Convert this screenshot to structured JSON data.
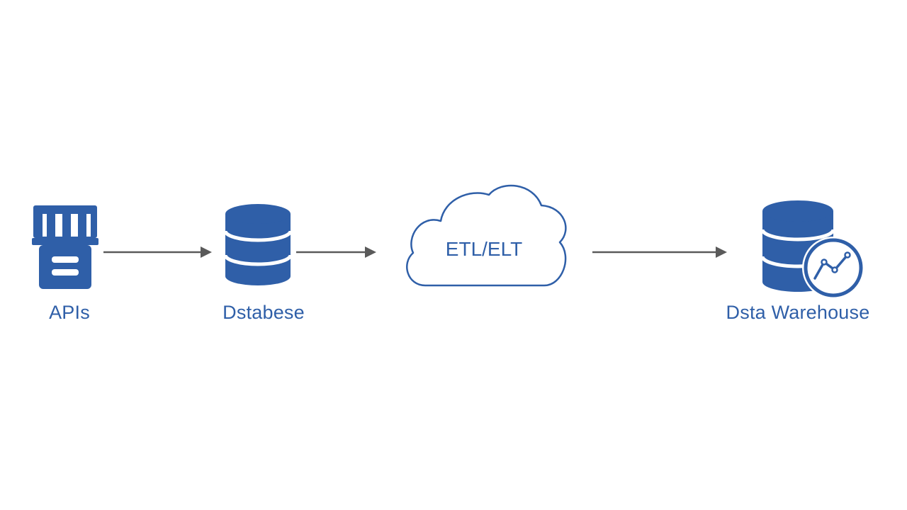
{
  "nodes": {
    "apis": {
      "label": "APIs",
      "icon": "api-plug-icon"
    },
    "database": {
      "label": "Dstabese",
      "icon": "database-icon"
    },
    "etl": {
      "label": "ETL/ELT",
      "icon": "cloud-icon"
    },
    "warehouse": {
      "label": "Dsta Warehouse",
      "icon": "data-warehouse-icon"
    }
  },
  "colors": {
    "primary": "#2f5fa8",
    "arrow": "#5a5a5a",
    "background": "#ffffff"
  }
}
